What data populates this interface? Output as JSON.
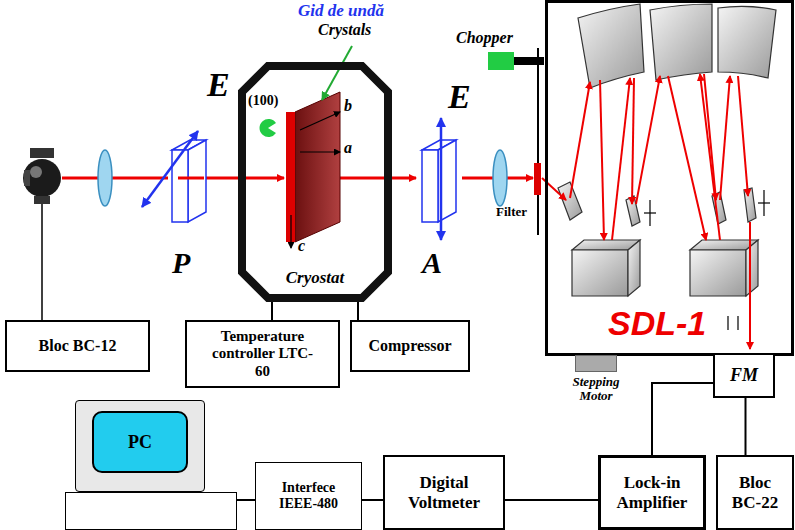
{
  "diagram": {
    "nodes": [
      {
        "text": [
          "Cryostat"
        ]
      },
      {
        "text": [
          "SDL-1"
        ]
      },
      {
        "text": [
          "Stepping Motor"
        ]
      },
      {
        "text": [
          "FM"
        ]
      },
      {
        "text": [
          "PC"
        ]
      },
      {
        "text": [
          "Bloc BC-12"
        ]
      },
      {
        "text": [
          "Temperature controller LTC-60"
        ]
      },
      {
        "text": [
          "Compressor"
        ]
      },
      {
        "text": [
          "Interfece IEEE-480"
        ]
      },
      {
        "text": [
          "Digital Voltmeter"
        ]
      },
      {
        "text": [
          "Lock-in Amplifier"
        ]
      },
      {
        "text": [
          "Bloc BC-22"
        ]
      }
    ],
    "edges": [
      {
        "from": 0,
        "to": 6,
        "arrow": "none"
      },
      {
        "from": 0,
        "to": 7,
        "arrow": "none"
      },
      {
        "from": 3,
        "to": 10,
        "arrow": "none"
      },
      {
        "from": 3,
        "to": 11,
        "arrow": "none"
      },
      {
        "from": 10,
        "to": 9,
        "arrow": "none"
      },
      {
        "from": 9,
        "to": 8,
        "arrow": "none"
      },
      {
        "from": 8,
        "to": 4,
        "arrow": "none"
      }
    ],
    "labels": [
      "E",
      "P",
      "Gid de undă",
      "Crystals",
      "(100)",
      "a",
      "b",
      "c",
      "E",
      "A",
      "Chopper",
      "Filter"
    ]
  }
}
